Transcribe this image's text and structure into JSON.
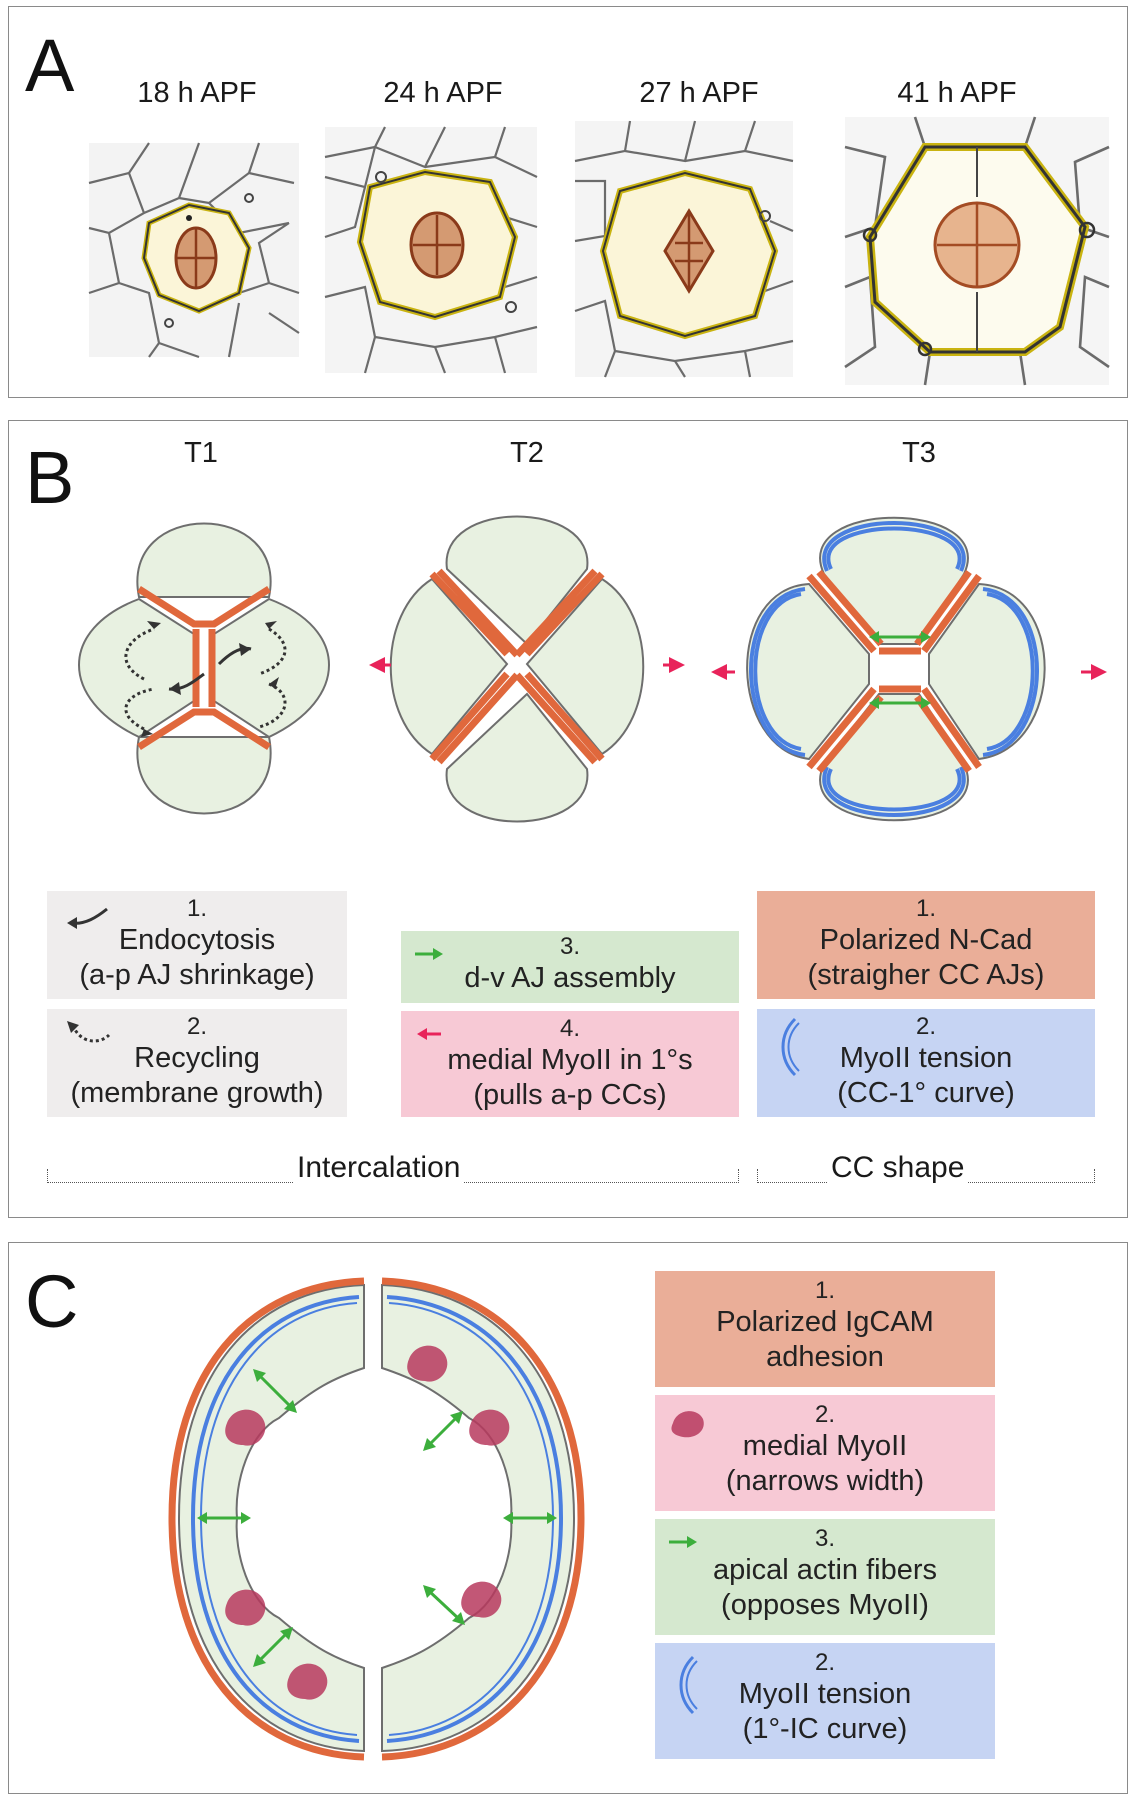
{
  "panelA": {
    "letter": "A",
    "timepoints": [
      "18 h APF",
      "24 h APF",
      "27 h APF",
      "41 h APF"
    ]
  },
  "panelB": {
    "letter": "B",
    "stages": [
      "T1",
      "T2",
      "T3"
    ],
    "legend": {
      "endocytosis": {
        "num": "1.",
        "line1": "Endocytosis",
        "line2": "(a-p AJ shrinkage)"
      },
      "recycling": {
        "num": "2.",
        "line1": "Recycling",
        "line2": "(membrane growth)"
      },
      "dv_assembly": {
        "num": "3.",
        "line1": "d-v AJ assembly"
      },
      "medial_myoii": {
        "num": "4.",
        "line1": "medial MyoII in 1°s",
        "line2": "(pulls a-p CCs)"
      },
      "polarized_ncad": {
        "num": "1.",
        "line1": "Polarized N-Cad",
        "line2": "(straigher CC AJs)"
      },
      "myoii_tension": {
        "num": "2.",
        "line1": "MyoII tension",
        "line2": "(CC-1° curve)"
      }
    },
    "brackets": {
      "left": "Intercalation",
      "right": "CC shape"
    }
  },
  "panelC": {
    "letter": "C",
    "legend": {
      "igcam": {
        "num": "1.",
        "line1": "Polarized IgCAM",
        "line2": "adhesion"
      },
      "medial_myoii": {
        "num": "2.",
        "line1": "medial MyoII",
        "line2": "(narrows width)"
      },
      "actin": {
        "num": "3.",
        "line1": "apical actin fibers",
        "line2": "(opposes MyoII)"
      },
      "tension": {
        "num": "2.",
        "line1": "MyoII tension",
        "line2": "(1°-IC curve)"
      }
    }
  },
  "colors": {
    "cell_fill": "#e8f1e1",
    "adherens_junction": "#e0683c",
    "myoii_blue": "#4a7fe0",
    "arrow_green": "#3cae3c",
    "arrow_pink": "#e8235a",
    "myoii_medial": "#b73a5e"
  }
}
